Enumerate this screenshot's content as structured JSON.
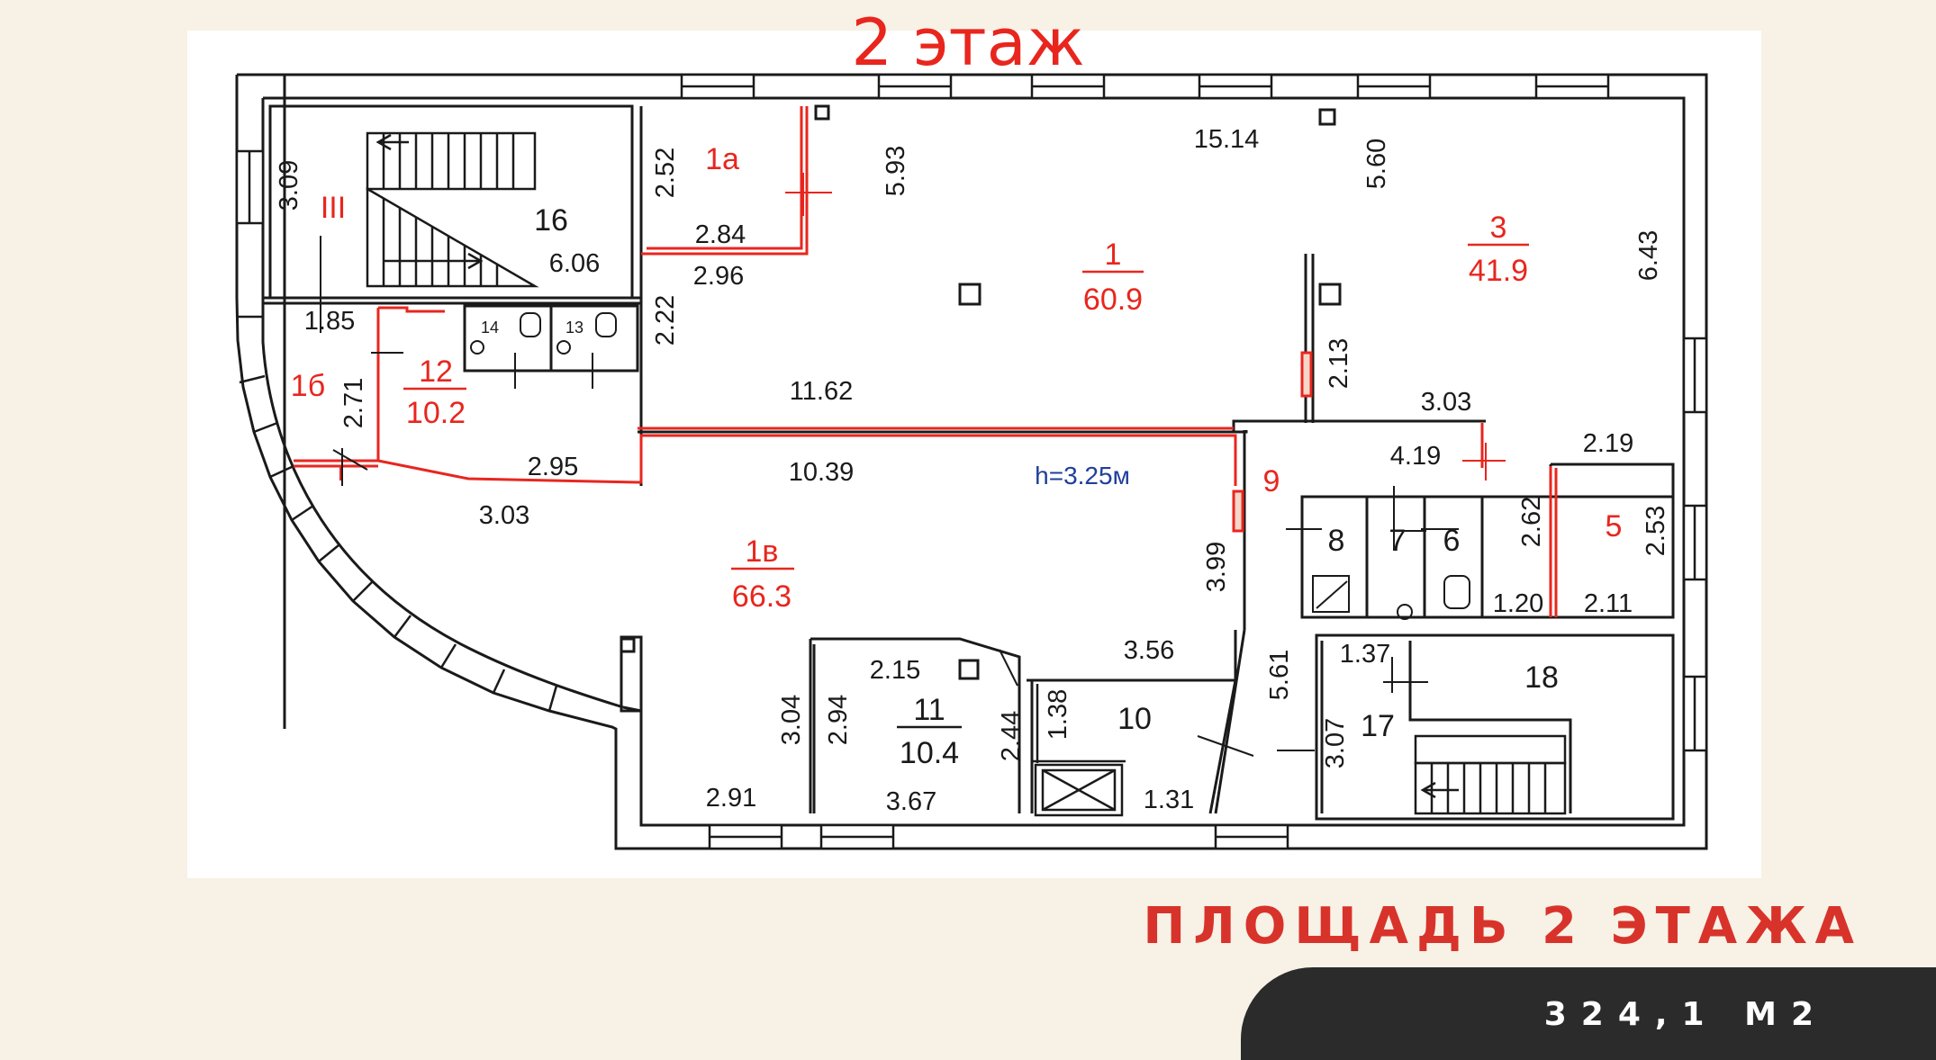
{
  "title": "2 этаж",
  "area_heading": "ПЛОЩАДЬ 2 ЭТАЖА",
  "area_value": "324,1 М2",
  "ceiling_height": "h=3.25м",
  "colors": {
    "accent": "#e8261e",
    "wall": "#1a1a1a",
    "note": "#1f3f9a",
    "band": "#2b2b2b"
  },
  "rooms": {
    "r1": {
      "number": "1",
      "area": "60.9"
    },
    "r1a": {
      "number": "1а"
    },
    "r1b": {
      "number": "1б"
    },
    "r1v": {
      "number": "1в",
      "area": "66.3"
    },
    "r3": {
      "number": "3",
      "area": "41.9"
    },
    "r5": {
      "number": "5"
    },
    "r6": {
      "number": "6"
    },
    "r7": {
      "number": "7"
    },
    "r8": {
      "number": "8"
    },
    "r9": {
      "number": "9"
    },
    "r10": {
      "number": "10"
    },
    "r11": {
      "number": "11",
      "area": "10.4"
    },
    "r12": {
      "number": "12",
      "area": "10.2"
    },
    "r13": {
      "number": "13"
    },
    "r14": {
      "number": "14"
    },
    "r16": {
      "number": "16"
    },
    "r17": {
      "number": "17"
    },
    "r18": {
      "number": "18"
    },
    "stair3": {
      "number": "III"
    }
  },
  "dims": {
    "d_15_14": "15.14",
    "d_5_93": "5.93",
    "d_5_60": "5.60",
    "d_2_52": "2.52",
    "d_2_84": "2.84",
    "d_2_96": "2.96",
    "d_3_09": "3.09",
    "d_6_06": "6.06",
    "d_2_22": "2.22",
    "d_6_43": "6.43",
    "d_1_85": "1.85",
    "d_2_71": "2.71",
    "d_11_62": "11.62",
    "d_2_13": "2.13",
    "d_3_03a": "3.03",
    "d_2_95": "2.95",
    "d_3_03b": "3.03",
    "d_10_39": "10.39",
    "d_4_19": "4.19",
    "d_2_19": "2.19",
    "d_2_62": "2.62",
    "d_2_53": "2.53",
    "d_1_20": "1.20",
    "d_2_11": "2.11",
    "d_3_99": "3.99",
    "d_3_56": "3.56",
    "d_2_15": "2.15",
    "d_3_04": "3.04",
    "d_2_94": "2.94",
    "d_2_44": "2.44",
    "d_1_38": "1.38",
    "d_5_61": "5.61",
    "d_1_37": "1.37",
    "d_3_07": "3.07",
    "d_2_91": "2.91",
    "d_3_67": "3.67",
    "d_1_31": "1.31"
  }
}
